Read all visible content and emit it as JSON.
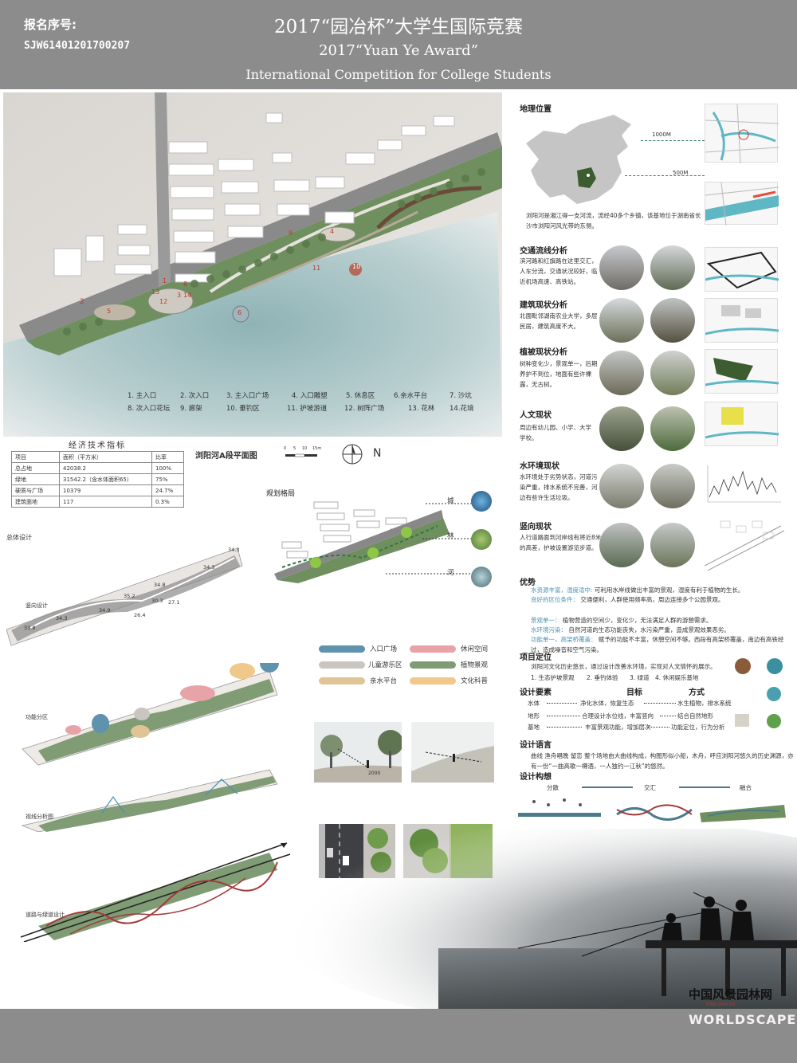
{
  "header": {
    "reg_label": "报名序号:",
    "reg_number": "SJW61401201700207",
    "title_cn": "2017“园冶杯”大学生国际竞赛",
    "title_en": "2017“Yuan Ye Award”",
    "subtitle_en": "International Competition for College Students"
  },
  "plan": {
    "legend": [
      "1. 主入口",
      "2. 次入口",
      "3. 主入口广场",
      "4. 入口雕塑",
      "5. 休息区",
      "6.亲水平台",
      "7. 沙坑",
      "8. 次入口花坛",
      "9. 廊架",
      "10. 垂钓区",
      "11. 护坡游道",
      "12. 树阵广场",
      "13. 花林",
      "14.花境"
    ],
    "title": "浏阳河A段平面图",
    "scale_labels": [
      "0",
      "5",
      "10",
      "15m"
    ],
    "north": "N",
    "markers": [
      "1",
      "2",
      "3",
      "4",
      "5",
      "6",
      "8",
      "9",
      "10",
      "11",
      "12",
      "13",
      "14"
    ]
  },
  "kpi": {
    "title": "经济技术指标",
    "headers": [
      "项目",
      "面积（平方米）",
      "比率"
    ],
    "rows": [
      [
        "总占地",
        "42038.2",
        "100%"
      ],
      [
        "绿地",
        "31542.2（含水体面积65）",
        "75%"
      ],
      [
        "硬质与广场",
        "10379",
        "24.7%"
      ],
      [
        "建筑面地",
        "117",
        "0.3%"
      ]
    ]
  },
  "pattern": {
    "title": "规划格局",
    "labels": [
      "城",
      "林",
      "河"
    ]
  },
  "design": {
    "overall": "总体设计",
    "vertical": "竖向设计",
    "function": "功能分区",
    "sight": "视线分析图",
    "road": "道路与绿道设计",
    "elevations": [
      "34.3",
      "34.3",
      "35.2",
      "34.8",
      "34.3",
      "34.9",
      "26.4",
      "30.3",
      "27.1",
      "33.8"
    ]
  },
  "zones": {
    "items": [
      {
        "label": "入口广场",
        "color": "#5f92ad"
      },
      {
        "label": "休闲空间",
        "color": "#e8a3a8"
      },
      {
        "label": "儿童游乐区",
        "color": "#c9c6c1"
      },
      {
        "label": "植物景观",
        "color": "#7f9c74"
      },
      {
        "label": "亲水平台",
        "color": "#e0c495"
      },
      {
        "label": "文化科普",
        "color": "#f0c98a"
      }
    ]
  },
  "section": {
    "dimension": "2000"
  },
  "analysis": {
    "geo_title": "地理位置",
    "geo_scale_1": "1000M",
    "geo_scale_2": "500M",
    "geo_text": "浏阳河是湘江得一支河流，流经40多个乡镇，该基地位于湖南省长沙市浏阳河风光带的东侧。",
    "traffic_title": "交通流线分析",
    "traffic_text": "滨河路和红旗路在这里交汇，人车分流，交通状况较好，临近机场高速、高铁站。",
    "building_title": "建筑现状分析",
    "building_text": "北面毗邻湖南农业大学，多层民居，建筑高度不大。",
    "veg_title": "植被现状分析",
    "veg_text": "树种变化少，景观单一，后期养护不到位，地面有些许裸露，无古树。",
    "human_title": "人文现状",
    "human_text": "周边有幼儿园、小学、大学学校。",
    "water_title": "水环境现状",
    "water_text": "水环境处于劣势状态，河道污染严重，排水系统不完善，河边有些许生活垃圾。",
    "vertical_title": "竖向现状",
    "vertical_text": "人行道路面到河岸线有将近8米的高差，护坡设置游览步道。"
  },
  "advantage": {
    "title": "优势",
    "a1_key": "水资源丰富，湿度适中:",
    "a1_val": "可利用水岸线做出丰富的景观，湿度有利于植物的生长。",
    "a2_key": "良好的区位条件：",
    "a2_val": "交通便利，人群使用频率高，周边连接多个公园景观。",
    "disadvantage_title": "劣势",
    "d1_key": "景观单一：",
    "d1_val": "植物营造的空间少，变化少，无法满足人群的游憩需求。",
    "d2_key": "水环境污染：",
    "d2_val": "自然河道的生态功能丧失，水污染严重，造成景观效果恶劣。",
    "d3_key": "功能单一，高架桥覆盖：",
    "d3_val": "赋予的功能不丰富，休憩空间不够。西段有高架桥覆盖，南边有高铁经过，造成噪音和空气污染。"
  },
  "positioning": {
    "title": "项目定位",
    "text": "浏阳河文化历史悠长，通过设计改善水环境，实现对人文情怀的展示。",
    "items": [
      "1. 生态护坡景观",
      "2. 垂钓体验",
      "3. 绿道",
      "4. 休闲娱乐基地"
    ]
  },
  "elements": {
    "title": "设计要素",
    "col2": "目标",
    "col3": "方式",
    "rows": [
      {
        "k": "水体",
        "goal": "净化水体，恢复生态",
        "way": "水生植物，排水系统"
      },
      {
        "k": "地形",
        "goal": "合理设计水位线，丰富竖向",
        "way": "结合自然地形"
      },
      {
        "k": "基地",
        "goal": "丰富景观功能，增加层次",
        "way": "功能定位，行为分析"
      }
    ]
  },
  "language": {
    "title": "设计语言",
    "text": "曲线  渔舟唱晚  留恋    整个场地由大曲线构成，构图形似小船，木舟，呼应浏阳河悠久的历史渊源，亦有一份“一曲高歌一樽酒，一人独钓一江秋”的悠然。"
  },
  "concept": {
    "title": "设计构想",
    "steps": [
      "分散",
      "交汇",
      "融合"
    ]
  },
  "footer": {
    "logo_cn": "中国风景园林网",
    "logo_url": "chla.com.cn",
    "logo_en": "WORLDSCAPE"
  },
  "colors": {
    "header_bg": "#8c8c8c",
    "water": "#a9c4c6",
    "green": "#6f8f5f",
    "path_red": "#a33a3a",
    "accent_blue": "#4a8fb8"
  }
}
